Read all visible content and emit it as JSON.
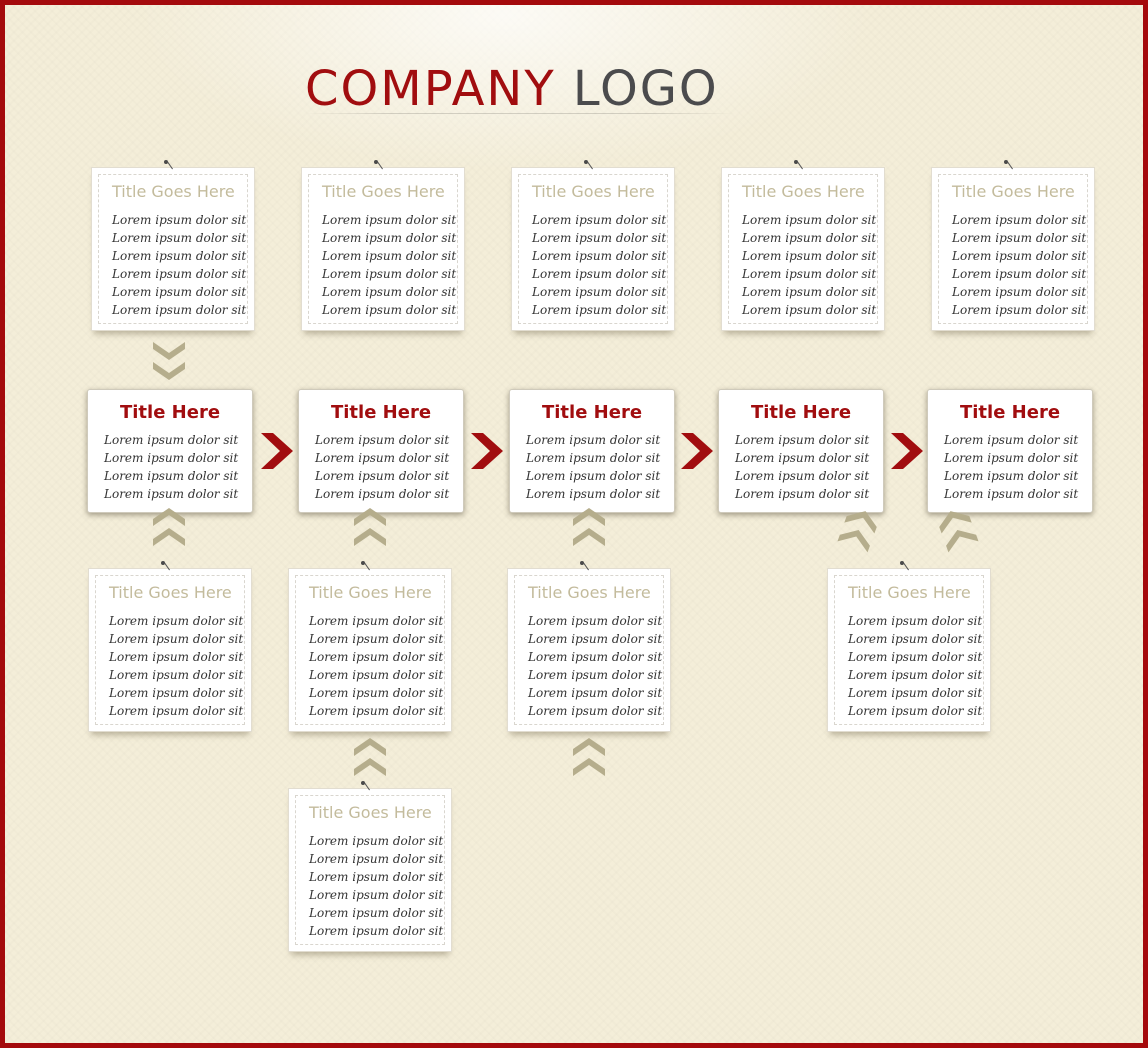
{
  "logo": {
    "word1": "COMPANY",
    "word2": "LOGO"
  },
  "colors": {
    "accent": "#a10d0f",
    "frame": "#a40a0c",
    "chevron": "#b5ad8c",
    "note_title": "#c3bb9c"
  },
  "top_notes": [
    {
      "title": "Title Goes Here",
      "lines": [
        "Lorem ipsum dolor sit",
        "Lorem ipsum dolor sit",
        "Lorem ipsum dolor sit",
        "Lorem ipsum dolor sit",
        "Lorem ipsum dolor sit",
        "Lorem ipsum dolor sit"
      ]
    },
    {
      "title": "Title Goes Here",
      "lines": [
        "Lorem ipsum dolor sit",
        "Lorem ipsum dolor sit",
        "Lorem ipsum dolor sit",
        "Lorem ipsum dolor sit",
        "Lorem ipsum dolor sit",
        "Lorem ipsum dolor sit"
      ]
    },
    {
      "title": "Title Goes Here",
      "lines": [
        "Lorem ipsum dolor sit",
        "Lorem ipsum dolor sit",
        "Lorem ipsum dolor sit",
        "Lorem ipsum dolor sit",
        "Lorem ipsum dolor sit",
        "Lorem ipsum dolor sit"
      ]
    },
    {
      "title": "Title Goes Here",
      "lines": [
        "Lorem ipsum dolor sit",
        "Lorem ipsum dolor sit",
        "Lorem ipsum dolor sit",
        "Lorem ipsum dolor sit",
        "Lorem ipsum dolor sit",
        "Lorem ipsum dolor sit"
      ]
    },
    {
      "title": "Title Goes Here",
      "lines": [
        "Lorem ipsum dolor sit",
        "Lorem ipsum dolor sit",
        "Lorem ipsum dolor sit",
        "Lorem ipsum dolor sit",
        "Lorem ipsum dolor sit",
        "Lorem ipsum dolor sit"
      ]
    }
  ],
  "cards": [
    {
      "title": "Title Here",
      "lines": [
        "Lorem ipsum dolor sit",
        "Lorem ipsum dolor sit",
        "Lorem ipsum dolor sit",
        "Lorem ipsum dolor sit"
      ]
    },
    {
      "title": "Title Here",
      "lines": [
        "Lorem ipsum dolor sit",
        "Lorem ipsum dolor sit",
        "Lorem ipsum dolor sit",
        "Lorem ipsum dolor sit"
      ]
    },
    {
      "title": "Title Here",
      "lines": [
        "Lorem ipsum dolor sit",
        "Lorem ipsum dolor sit",
        "Lorem ipsum dolor sit",
        "Lorem ipsum dolor sit"
      ]
    },
    {
      "title": "Title Here",
      "lines": [
        "Lorem ipsum dolor sit",
        "Lorem ipsum dolor sit",
        "Lorem ipsum dolor sit",
        "Lorem ipsum dolor sit"
      ]
    },
    {
      "title": "Title Here",
      "lines": [
        "Lorem ipsum dolor sit",
        "Lorem ipsum dolor sit",
        "Lorem ipsum dolor sit",
        "Lorem ipsum dolor sit"
      ]
    }
  ],
  "bottom_notes": [
    {
      "title": "Title Goes Here",
      "lines": [
        "Lorem ipsum dolor sit",
        "Lorem ipsum dolor sit",
        "Lorem ipsum dolor sit",
        "Lorem ipsum dolor sit",
        "Lorem ipsum dolor sit",
        "Lorem ipsum dolor sit"
      ]
    },
    {
      "title": "Title Goes Here",
      "lines": [
        "Lorem ipsum dolor sit",
        "Lorem ipsum dolor sit",
        "Lorem ipsum dolor sit",
        "Lorem ipsum dolor sit",
        "Lorem ipsum dolor sit",
        "Lorem ipsum dolor sit"
      ]
    },
    {
      "title": "Title Goes Here",
      "lines": [
        "Lorem ipsum dolor sit",
        "Lorem ipsum dolor sit",
        "Lorem ipsum dolor sit",
        "Lorem ipsum dolor sit",
        "Lorem ipsum dolor sit",
        "Lorem ipsum dolor sit"
      ]
    },
    {
      "title": "Title Goes Here",
      "lines": [
        "Lorem ipsum dolor sit",
        "Lorem ipsum dolor sit",
        "Lorem ipsum dolor sit",
        "Lorem ipsum dolor sit",
        "Lorem ipsum dolor sit",
        "Lorem ipsum dolor sit"
      ]
    },
    {
      "title": "Title Goes Here",
      "lines": [
        "Lorem ipsum dolor sit",
        "Lorem ipsum dolor sit",
        "Lorem ipsum dolor sit",
        "Lorem ipsum dolor sit",
        "Lorem ipsum dolor sit",
        "Lorem ipsum dolor sit"
      ]
    }
  ],
  "icons": {
    "flow_arrow": "chevron-right-icon",
    "connector_down": "double-chevron-down-icon",
    "connector_up": "double-chevron-up-icon"
  }
}
